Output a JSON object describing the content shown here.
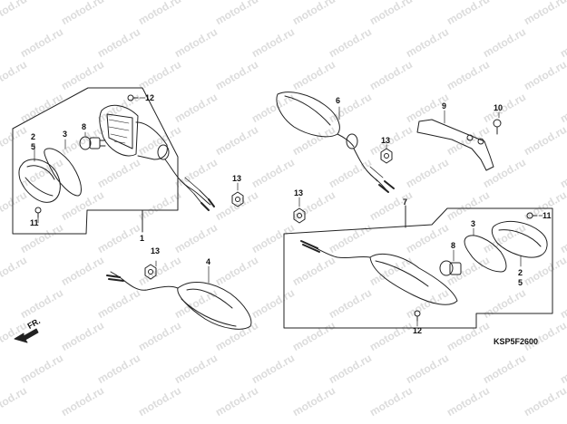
{
  "watermark_text": "motod.ru",
  "callouts": {
    "c1": "1",
    "c2": "2",
    "c3": "3",
    "c4": "4",
    "c5": "5",
    "c6": "6",
    "c7": "7",
    "c8": "8",
    "c9": "9",
    "c10": "10",
    "c11": "11",
    "c12": "12",
    "c13": "13"
  },
  "direction_label": "FR.",
  "diagram_code": "KSP5F2600",
  "colors": {
    "line": "#222222",
    "watermark": "#dcdcdc",
    "background": "#ffffff"
  }
}
